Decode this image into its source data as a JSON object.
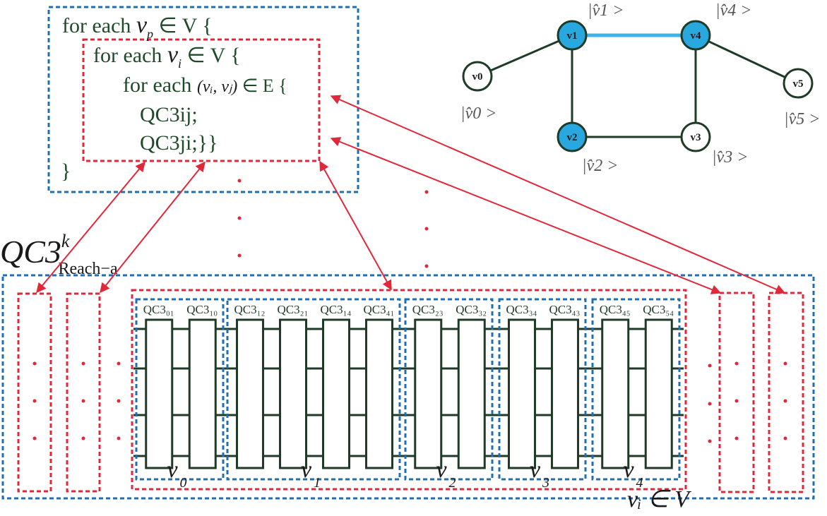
{
  "code_block": {
    "lines": [
      {
        "prefix": "for each ",
        "math": "v",
        "sub": "p",
        "suffix": " ∈ V {"
      },
      {
        "prefix": "for each ",
        "math": "v",
        "sub": "i",
        "suffix": " ∈ V {"
      },
      {
        "prefix": "for each ",
        "math": "(vᵢ, vⱼ)",
        "sub": "",
        "suffix": " ∈ E {"
      },
      {
        "prefix": "QC3ij;",
        "math": "",
        "sub": "",
        "suffix": ""
      },
      {
        "prefix": "QC3ji;}}",
        "math": "",
        "sub": "",
        "suffix": ""
      },
      {
        "prefix": "}",
        "math": "",
        "sub": "",
        "suffix": ""
      }
    ]
  },
  "circuit_label": {
    "main": "QC3",
    "sup": "k",
    "sub": "Reach−a"
  },
  "graph": {
    "nodes": [
      {
        "id": "v0",
        "label": "v0",
        "highlighted": false,
        "ket": "|v̂0 >"
      },
      {
        "id": "v1",
        "label": "v1",
        "highlighted": true,
        "ket": "|v̂1 >"
      },
      {
        "id": "v2",
        "label": "v2",
        "highlighted": true,
        "ket": "|v̂2 >"
      },
      {
        "id": "v3",
        "label": "v3",
        "highlighted": false,
        "ket": "|v̂3 >"
      },
      {
        "id": "v4",
        "label": "v4",
        "highlighted": true,
        "ket": "|v̂4 >"
      },
      {
        "id": "v5",
        "label": "v5",
        "highlighted": false,
        "ket": "|v̂5 >"
      }
    ],
    "edges": [
      {
        "from": "v0",
        "to": "v1",
        "highlighted": false
      },
      {
        "from": "v1",
        "to": "v4",
        "highlighted": true
      },
      {
        "from": "v1",
        "to": "v2",
        "highlighted": false
      },
      {
        "from": "v2",
        "to": "v3",
        "highlighted": false
      },
      {
        "from": "v3",
        "to": "v4",
        "highlighted": false
      },
      {
        "from": "v4",
        "to": "v5",
        "highlighted": false
      }
    ],
    "colors": {
      "highlight_fill": "#29a8df",
      "highlight_edge": "#3fb2e4",
      "edge": "#1f3a26"
    }
  },
  "circuit": {
    "groups": [
      {
        "vertex": "v",
        "index": "0",
        "gates": [
          "QC3₀₁",
          "QC3₁₀"
        ]
      },
      {
        "vertex": "v",
        "index": "1",
        "gates": [
          "QC3₁₂",
          "QC3₂₁",
          "QC3₁₄",
          "QC3₄₁"
        ]
      },
      {
        "vertex": "v",
        "index": "2",
        "gates": [
          "QC3₂₃",
          "QC3₃₂"
        ]
      },
      {
        "vertex": "v",
        "index": "3",
        "gates": [
          "QC3₃₄",
          "QC3₄₃"
        ]
      },
      {
        "vertex": "v",
        "index": "4",
        "gates": [
          "QC3₄₅",
          "QC3₅₄"
        ]
      }
    ],
    "footer_label": "vᵢ ∈ V",
    "colors": {
      "outer_box": "#1f6fb4",
      "inner_box": "#e0283a",
      "gate_stroke": "#1f3a26",
      "arrow": "#e0283a"
    }
  }
}
